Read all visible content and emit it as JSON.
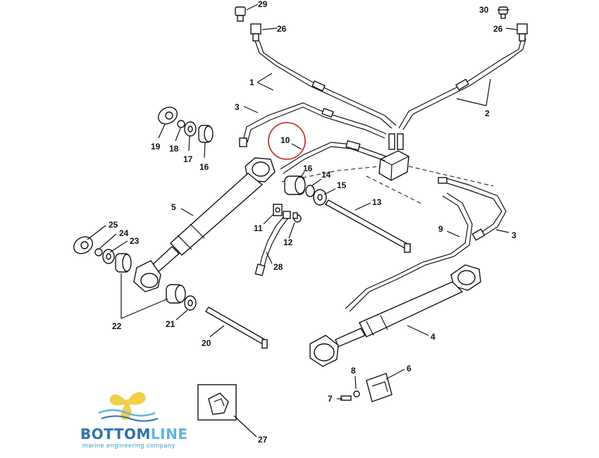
{
  "callouts": [
    {
      "id": "29",
      "text": "29"
    },
    {
      "id": "26a",
      "text": "26"
    },
    {
      "id": "30",
      "text": "30"
    },
    {
      "id": "26b",
      "text": "26"
    },
    {
      "id": "1",
      "text": "1"
    },
    {
      "id": "2",
      "text": "2"
    },
    {
      "id": "3a",
      "text": "3"
    },
    {
      "id": "19",
      "text": "19"
    },
    {
      "id": "18",
      "text": "18"
    },
    {
      "id": "17",
      "text": "17"
    },
    {
      "id": "16a",
      "text": "16"
    },
    {
      "id": "10",
      "text": "10"
    },
    {
      "id": "16b",
      "text": "16"
    },
    {
      "id": "14",
      "text": "14"
    },
    {
      "id": "15",
      "text": "15"
    },
    {
      "id": "13",
      "text": "13"
    },
    {
      "id": "5",
      "text": "5"
    },
    {
      "id": "11",
      "text": "11"
    },
    {
      "id": "12",
      "text": "12"
    },
    {
      "id": "9",
      "text": "9"
    },
    {
      "id": "3b",
      "text": "3"
    },
    {
      "id": "25",
      "text": "25"
    },
    {
      "id": "24",
      "text": "24"
    },
    {
      "id": "23",
      "text": "23"
    },
    {
      "id": "28",
      "text": "28"
    },
    {
      "id": "22",
      "text": "22"
    },
    {
      "id": "21",
      "text": "21"
    },
    {
      "id": "4",
      "text": "4"
    },
    {
      "id": "20",
      "text": "20"
    },
    {
      "id": "8",
      "text": "8"
    },
    {
      "id": "6",
      "text": "6"
    },
    {
      "id": "7",
      "text": "7"
    },
    {
      "id": "27",
      "text": "27"
    }
  ],
  "highlight": {
    "target": "10",
    "color": "#c0392b"
  },
  "logo": {
    "name_part1": "BOTTOM",
    "name_part2": "LINE",
    "tagline": "marine engineering company",
    "color_dark": "#2f73a8",
    "color_light": "#5fb3e0",
    "propeller_color": "#f2cf4a",
    "icon": "propeller-icon"
  }
}
